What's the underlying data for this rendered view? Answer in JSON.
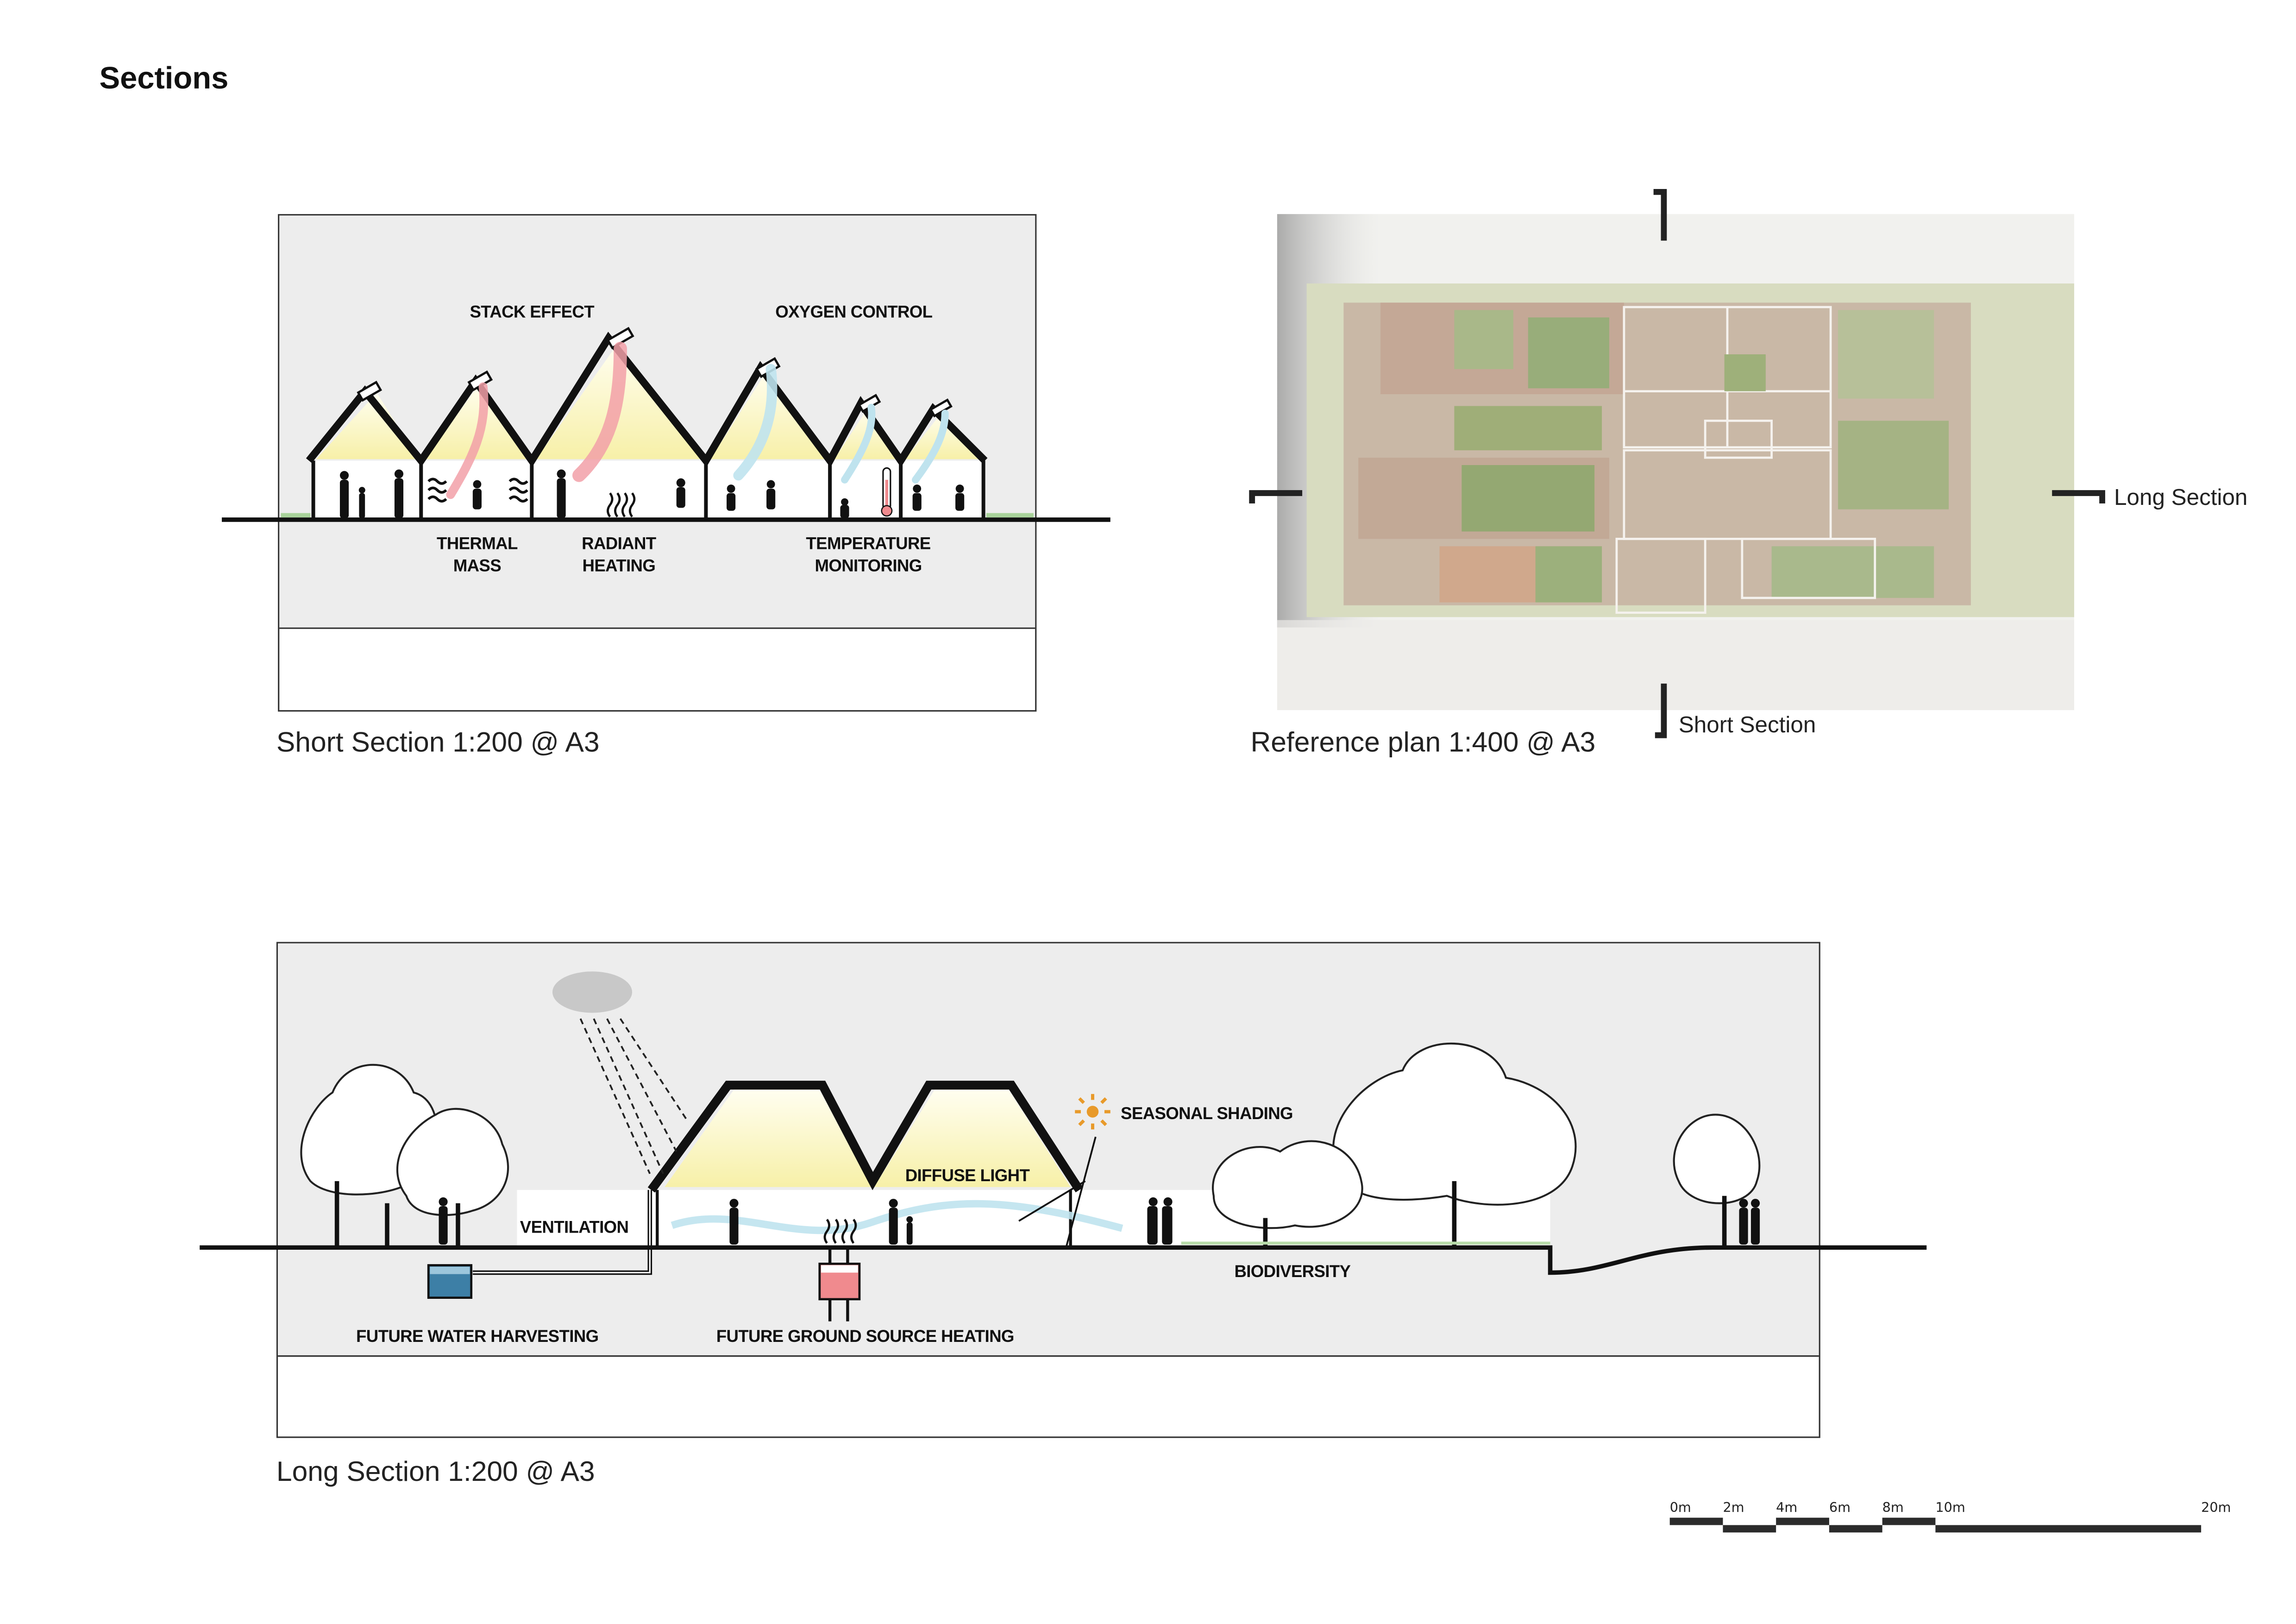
{
  "page_title": "Sections",
  "short_section": {
    "caption": "Short Section 1:200 @ A3",
    "labels": {
      "stack_effect": "STACK EFFECT",
      "oxygen_control": "OXYGEN CONTROL",
      "thermal_mass": [
        "THERMAL",
        "MASS"
      ],
      "radiant_heating": [
        "RADIANT",
        "HEATING"
      ],
      "temperature_monitoring": [
        "TEMPERATURE",
        "MONITORING"
      ]
    }
  },
  "reference_plan": {
    "caption": "Reference plan 1:400 @ A3",
    "markers": {
      "long_section": "Long Section",
      "short_section": "Short Section"
    }
  },
  "long_section": {
    "caption": "Long Section 1:200 @ A3",
    "labels": {
      "seasonal_shading": "SEASONAL SHADING",
      "diffuse_light": "DIFFUSE LIGHT",
      "ventilation": "VENTILATION",
      "biodiversity": "BIODIVERSITY",
      "future_water_harvesting": "FUTURE WATER HARVESTING",
      "future_ground_source_heating": "FUTURE GROUND SOURCE HEATING"
    }
  },
  "scale_bar": {
    "ticks": [
      "0m",
      "2m",
      "4m",
      "6m",
      "8m",
      "10m",
      "20m"
    ]
  },
  "colors": {
    "panel_gray": "#ededed",
    "roof_light": "#fbf6c4",
    "warm_air": "#f2a0a8",
    "cool_air": "#bfe3ee",
    "water_tank": "#3d7fa6",
    "heat_tank": "#f08a8e",
    "sun": "#e89a2a"
  }
}
